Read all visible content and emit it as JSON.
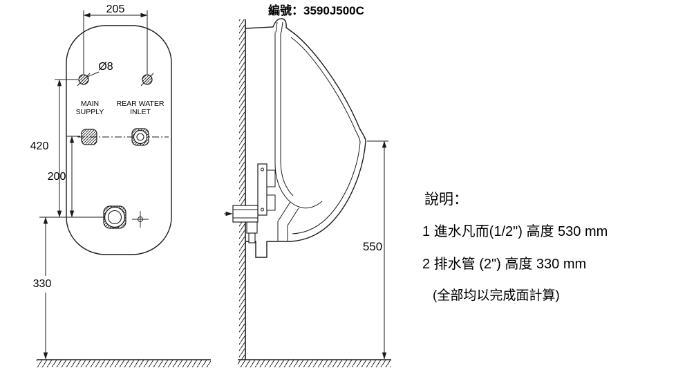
{
  "title": {
    "part_number": "編號：3590J500C"
  },
  "front_view": {
    "dim_width": "205",
    "hole_diameter": "Ø8",
    "main_supply_line1": "MAIN",
    "main_supply_line2": "SUPPLY",
    "rear_inlet_line1": "REAR WATER",
    "rear_inlet_line2": "INLET",
    "dim_420": "420",
    "dim_200": "200",
    "dim_330": "330"
  },
  "side_view": {
    "dim_550": "550"
  },
  "notes": {
    "heading": "說明：",
    "item1": "1 進水凡而(1/2\") 高度 530 mm",
    "item2": "2 排水管 (2\") 高度 330 mm",
    "footnote": "(全部均以完成面計算)"
  },
  "colors": {
    "ink": "#1a1a1a",
    "background": "#ffffff"
  }
}
